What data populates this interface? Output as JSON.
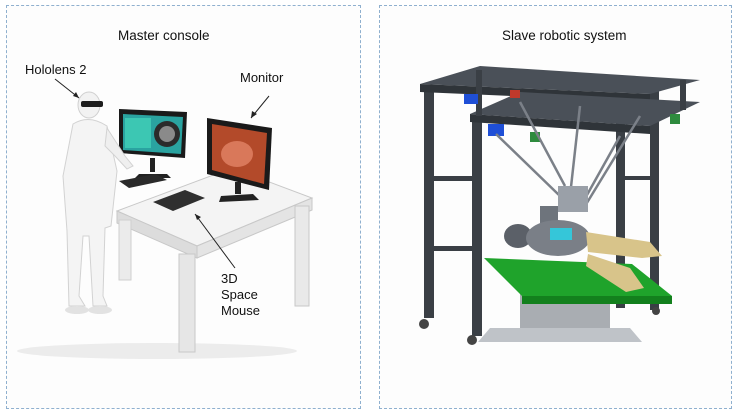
{
  "left_panel": {
    "title": "Master console",
    "labels": {
      "hololens": "Hololens 2",
      "monitor": "Monitor",
      "mouse_line1": "3D",
      "mouse_line2": "Space",
      "mouse_line3": "Mouse"
    }
  },
  "right_panel": {
    "title": "Slave robotic system"
  },
  "colors": {
    "panel_border": "#8fb0cf",
    "frame": "#3a3f45",
    "bed": "#1fa32b",
    "mannequin": "#d8c48a",
    "accent_blue": "#1f4fd6",
    "accent_green": "#2e8b3e",
    "screen_medical": "#2aa3a0",
    "screen_endoscope": "#b34a2a"
  }
}
